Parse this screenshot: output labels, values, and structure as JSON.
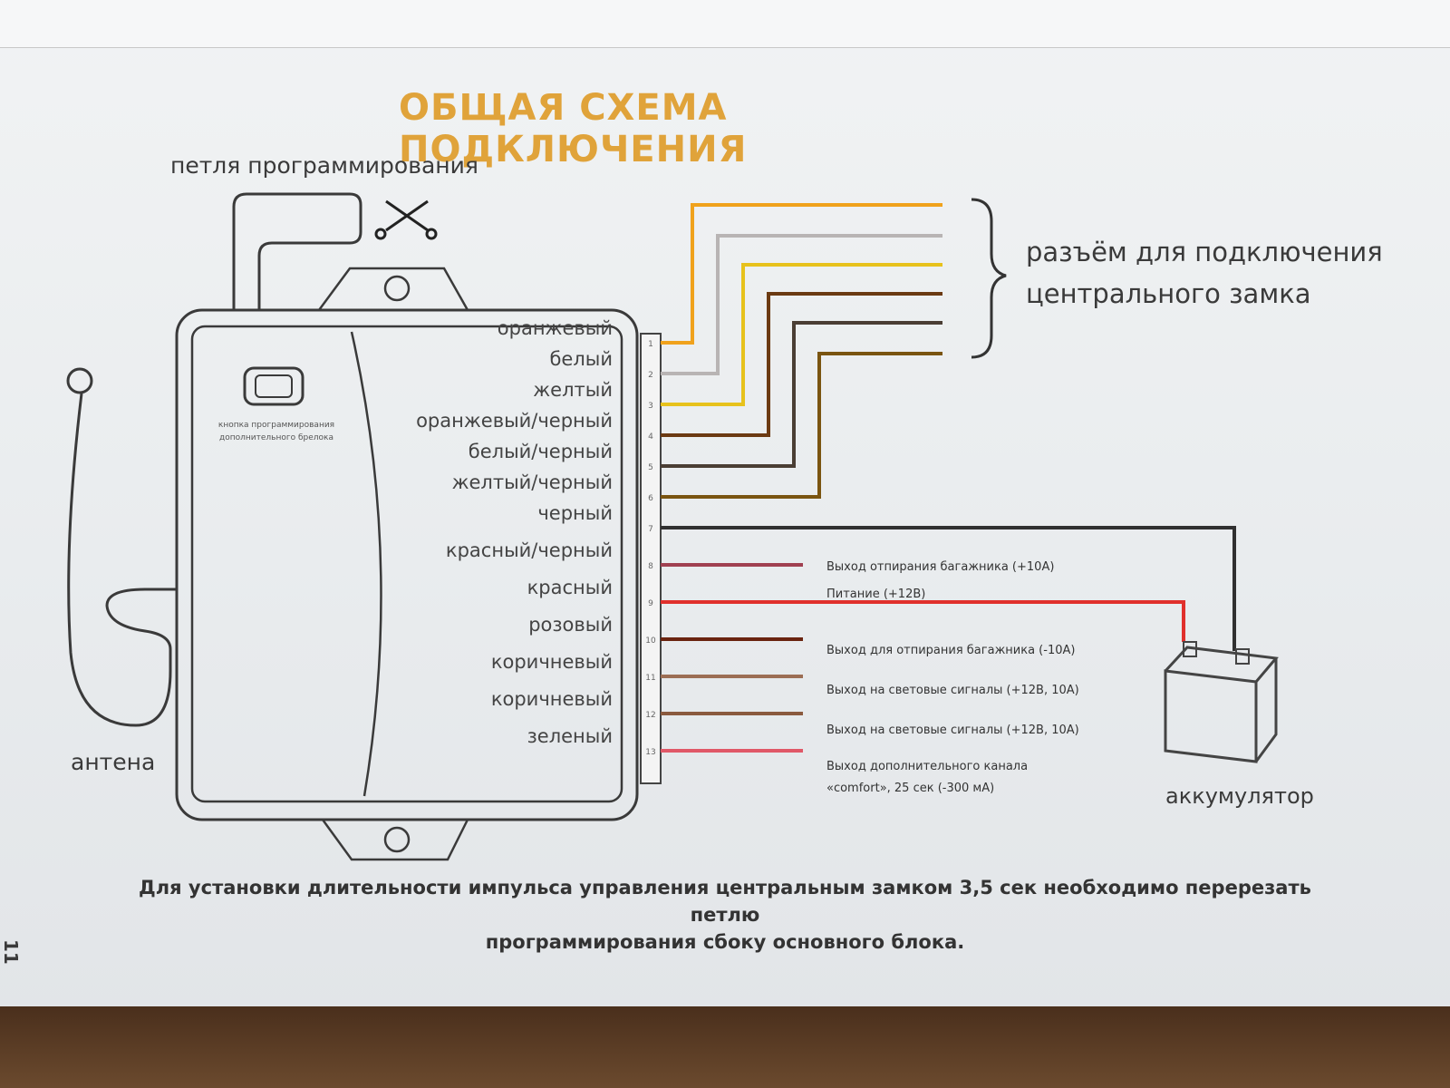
{
  "title": "ОБЩАЯ СХЕМА ПОДКЛЮЧЕНИЯ",
  "labels": {
    "programming_loop": "петля программирования",
    "antenna": "антена",
    "connector_line1": "разъём для подключения",
    "connector_line2": "центрального замка",
    "battery": "аккумулятор",
    "page_number": "11",
    "device_line1": "кнопка программирования",
    "device_line2": "дополнительного брелока"
  },
  "wires": [
    {
      "name": "оранжевый",
      "pin": "1",
      "color": "#f0a21c"
    },
    {
      "name": "белый",
      "pin": "2",
      "color": "#b8b4b4"
    },
    {
      "name": "желтый",
      "pin": "3",
      "color": "#e7c21c"
    },
    {
      "name": "оранжевый/черный",
      "pin": "4",
      "color": "#6b3a12"
    },
    {
      "name": "белый/черный",
      "pin": "5",
      "color": "#4a3e34"
    },
    {
      "name": "желтый/черный",
      "pin": "6",
      "color": "#7a5410"
    },
    {
      "name": "черный",
      "pin": "7",
      "color": "#303030"
    },
    {
      "name": "красный/черный",
      "pin": "8",
      "color": "#a04050"
    },
    {
      "name": "красный",
      "pin": "9",
      "color": "#e0302c"
    },
    {
      "name": "розовый",
      "pin": "10",
      "color": "#6a2410"
    },
    {
      "name": "коричневый",
      "pin": "11",
      "color": "#9c6e54"
    },
    {
      "name": "коричневый",
      "pin": "12",
      "color": "#8a5a3e"
    },
    {
      "name": "зеленый",
      "pin": "13",
      "color": "#e05868"
    }
  ],
  "outputs": {
    "trunk_open": "Выход отпирания багажника (+10A)",
    "power": "Питание (+12В)",
    "trunk_open2": "Выход для отпирания багажника (-10A)",
    "light1": "Выход на световые сигналы (+12В, 10А)",
    "light2": "Выход на световые сигналы (+12В, 10А)",
    "aux_line1": "Выход дополнительного канала",
    "aux_line2": "«comfort», 25 сек (-300 мА)"
  },
  "footnote_line1": "Для установки длительности импульса управления центральным замком 3,5 сек необходимо перерезать петлю",
  "footnote_line2": "программирования сбоку основного блока."
}
